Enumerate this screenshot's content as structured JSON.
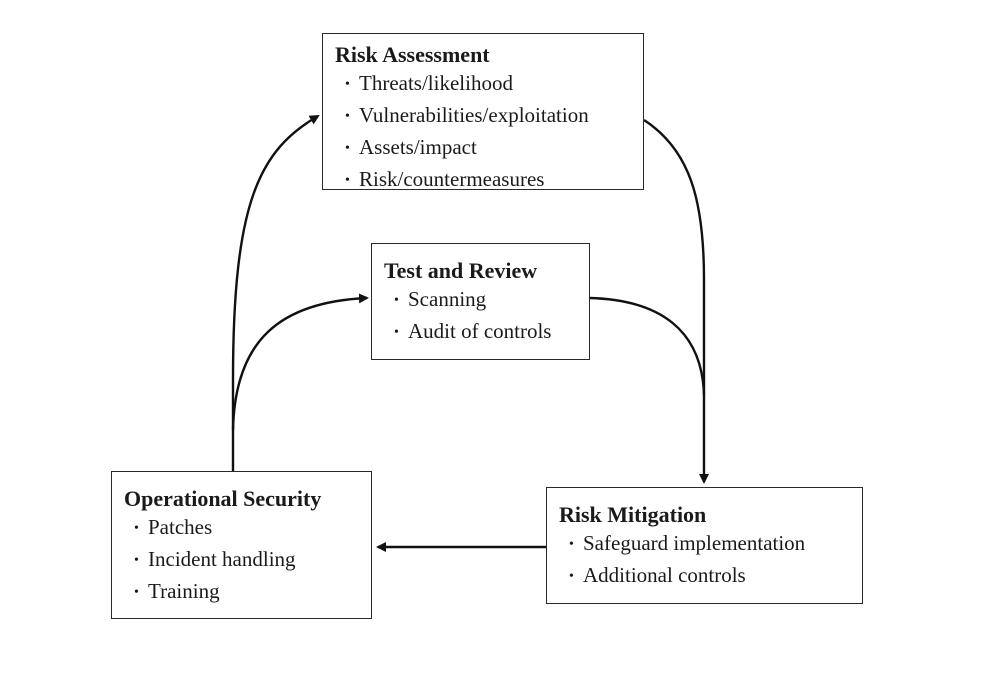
{
  "diagram": {
    "nodes": [
      {
        "id": "risk-assessment",
        "title": "Risk Assessment",
        "items": [
          "Threats/likelihood",
          "Vulnerabilities/exploitation",
          "Assets/impact",
          "Risk/countermeasures"
        ]
      },
      {
        "id": "test-review",
        "title": "Test and Review",
        "items": [
          "Scanning",
          "Audit of controls"
        ]
      },
      {
        "id": "operational",
        "title": "Operational Security",
        "items": [
          "Patches",
          "Incident handling",
          "Training"
        ]
      },
      {
        "id": "risk-mitigation",
        "title": "Risk Mitigation",
        "items": [
          "Safeguard implementation",
          "Additional controls"
        ]
      }
    ],
    "bullet_glyph": "•",
    "line_color": "#111111",
    "box_border_color": "#2a2a2a"
  }
}
